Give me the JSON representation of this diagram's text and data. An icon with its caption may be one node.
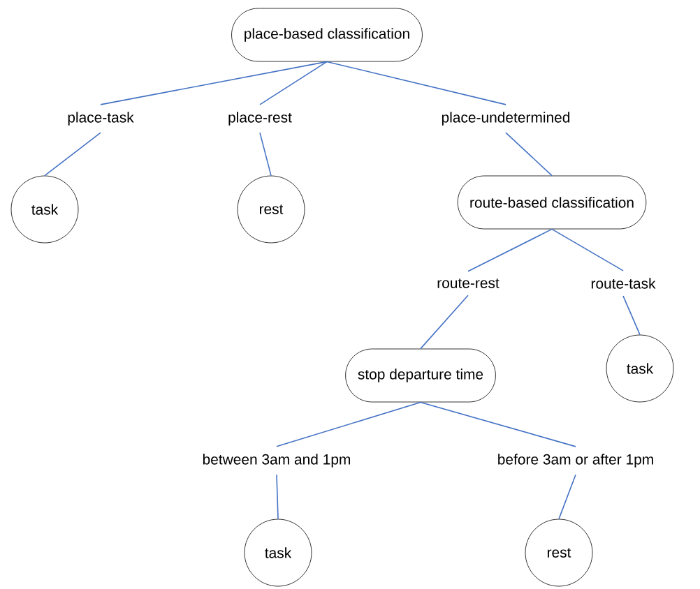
{
  "diagram": {
    "nodes": [
      {
        "text": [
          "place-based classification"
        ]
      },
      {
        "text": [
          "place-task"
        ]
      },
      {
        "text": [
          "place-rest"
        ]
      },
      {
        "text": [
          "place-undetermined"
        ]
      },
      {
        "text": [
          "task"
        ]
      },
      {
        "text": [
          "rest"
        ]
      },
      {
        "text": [
          "route-based classification"
        ]
      },
      {
        "text": [
          "route-rest"
        ]
      },
      {
        "text": [
          "route-task"
        ]
      },
      {
        "text": [
          "stop departure time"
        ]
      },
      {
        "text": [
          "task"
        ]
      },
      {
        "text": [
          "between 3am and 1pm"
        ]
      },
      {
        "text": [
          "before 3am or after 1pm"
        ]
      },
      {
        "text": [
          "task"
        ]
      },
      {
        "text": [
          "rest"
        ]
      }
    ],
    "edges": [
      {
        "from": 0,
        "to": 1,
        "arrow": "none"
      },
      {
        "from": 0,
        "to": 2,
        "arrow": "none"
      },
      {
        "from": 0,
        "to": 3,
        "arrow": "none"
      },
      {
        "from": 1,
        "to": 4,
        "arrow": "none"
      },
      {
        "from": 2,
        "to": 5,
        "arrow": "none"
      },
      {
        "from": 3,
        "to": 6,
        "arrow": "none"
      },
      {
        "from": 6,
        "to": 7,
        "arrow": "none"
      },
      {
        "from": 6,
        "to": 8,
        "arrow": "none"
      },
      {
        "from": 7,
        "to": 9,
        "arrow": "none"
      },
      {
        "from": 8,
        "to": 10,
        "arrow": "none"
      },
      {
        "from": 9,
        "to": 11,
        "arrow": "none"
      },
      {
        "from": 9,
        "to": 12,
        "arrow": "none"
      },
      {
        "from": 11,
        "to": 13,
        "arrow": "none"
      },
      {
        "from": 12,
        "to": 14,
        "arrow": "none"
      }
    ]
  }
}
